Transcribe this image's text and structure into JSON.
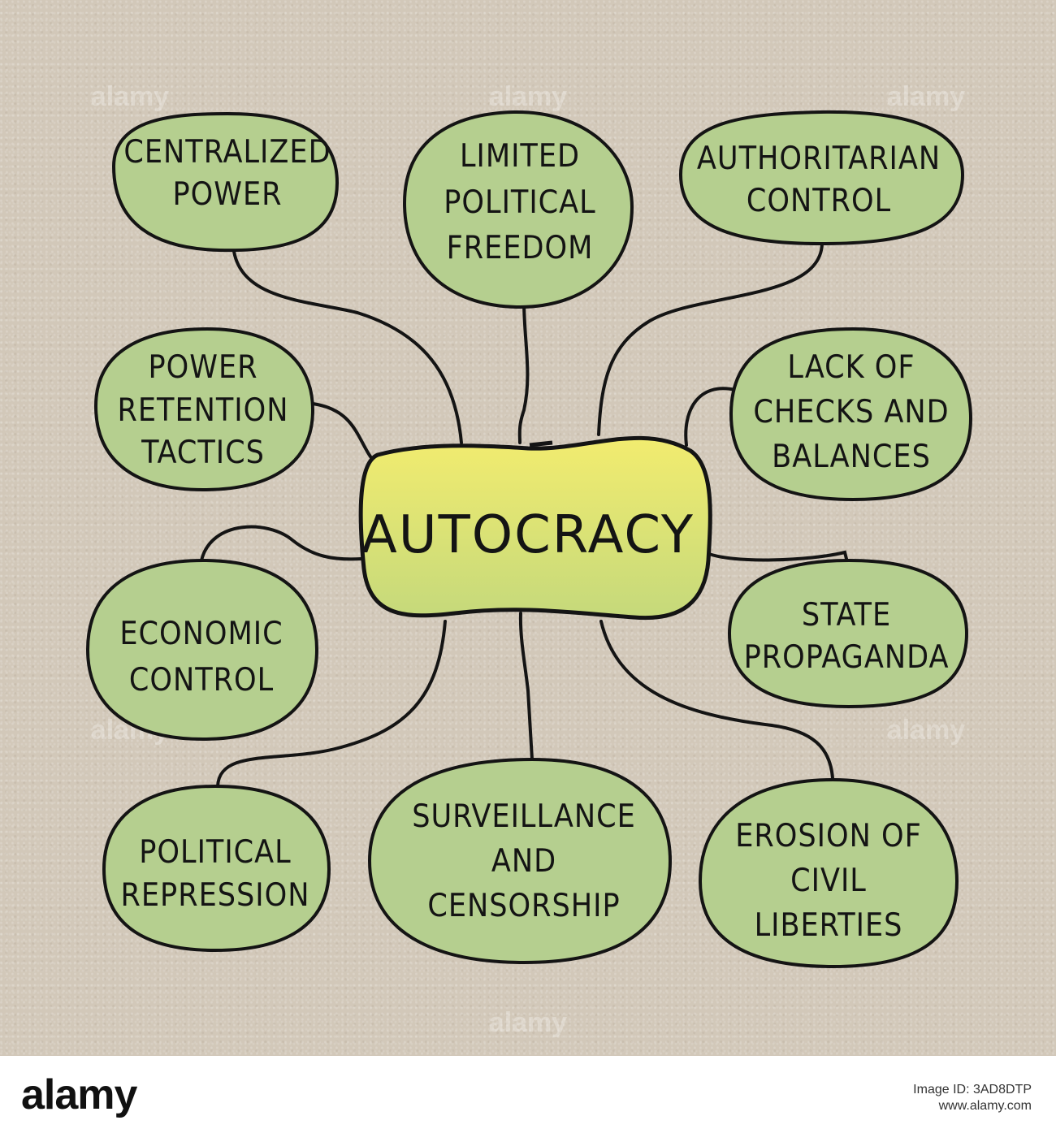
{
  "diagram": {
    "center": "AUTOCRACY",
    "nodes": [
      {
        "id": "centralized",
        "lines": [
          "CENTRALIZED",
          "POWER"
        ]
      },
      {
        "id": "limited",
        "lines": [
          "LIMITED",
          "POLITICAL",
          "FREEDOM"
        ]
      },
      {
        "id": "authoritarian",
        "lines": [
          "AUTHORITARIAN",
          "CONTROL"
        ]
      },
      {
        "id": "retention",
        "lines": [
          "POWER",
          "RETENTION",
          "TACTICS"
        ]
      },
      {
        "id": "checks",
        "lines": [
          "LACK OF",
          "CHECKS AND",
          "BALANCES"
        ]
      },
      {
        "id": "economic",
        "lines": [
          "ECONOMIC",
          "CONTROL"
        ]
      },
      {
        "id": "propaganda",
        "lines": [
          "STATE",
          "PROPAGANDA"
        ]
      },
      {
        "id": "repression",
        "lines": [
          "POLITICAL",
          "REPRESSION"
        ]
      },
      {
        "id": "surveillance",
        "lines": [
          "SURVEILLANCE",
          "AND",
          "CENSORSHIP"
        ]
      },
      {
        "id": "erosion",
        "lines": [
          "EROSION OF",
          "CIVIL",
          "LIBERTIES"
        ]
      }
    ],
    "colors": {
      "paper": "#d2c8b9",
      "node_fill": "#b5cf8f",
      "center_fill_top": "#f2ec6f",
      "center_fill_bottom": "#c9d97a",
      "ink": "#141414"
    }
  },
  "watermark": "alamy",
  "footer": {
    "logo": "alamy",
    "image_id": "Image ID: 3AD8DTP",
    "site": "www.alamy.com"
  }
}
